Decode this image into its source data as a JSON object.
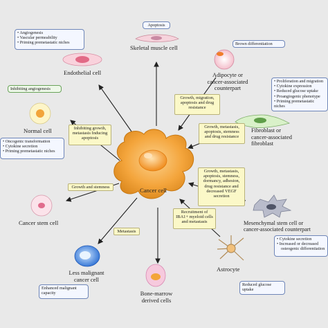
{
  "center": {
    "label": "Cancer cell"
  },
  "nodes": {
    "skeletal": "Skeletal muscle cell",
    "endothelial": "Endothelial cell",
    "adipocyte": [
      "Adipocyte or",
      "cancer-associated",
      "counterpart"
    ],
    "normal": "Normal cell",
    "fibroblast": [
      "Fibroblast or",
      "cancer-associated",
      "fibroblast"
    ],
    "stem": "Cancer stem cell",
    "msc": [
      "Mesenchymal stem cell or",
      "cancer-associated  counterpart"
    ],
    "less_malignant": [
      "Less malignant",
      "cancer cell"
    ],
    "bone_marrow": [
      "Bone-marrow",
      "derived cells"
    ],
    "astrocyte": "Astrocyte"
  },
  "tags": {
    "apoptosis": "Apoptosis",
    "brown": "Brown differentiation",
    "inhibit_angio": "Inhibiting angiogenesis"
  },
  "effect_boxes": {
    "endothelial": [
      "Angiogenesis",
      "Vascular permeability",
      "Priming premetastatic niches"
    ],
    "normal": [
      "Oncogenic transformation",
      "Cytokine secretion",
      "Priming premetastatic niches"
    ],
    "fibroblast": [
      "Proliferation and migration",
      "Cytokine expression",
      "Reduced glucose uptake",
      "Proangiogenic phenotype",
      "Priming premetastatic niches"
    ],
    "msc": [
      "Cytokine secretion",
      "Increased or decreased",
      "osteogenic differentiation"
    ],
    "less_malignant": "Enhanced malignant capacity",
    "astrocyte": "Reduced glucose uptake"
  },
  "arrow_labels": {
    "adipocyte": "Growth, migration, apoptosis and drug resistance",
    "normal": "Inhibiting growth, metastasis Inducing apoptosis",
    "fibroblast": "Growth, metastasis, apoptosis, stemness and drug resistance",
    "msc": "Growth, metastasis, apoptosis, stemness, dormancy, adhesion, drug resistance and decreased VEGF secretion",
    "stem": "Growth and stemness",
    "astrocyte": "Recruitment of IBA1+ myeloid cells and metastasis",
    "less_malignant": "Metastasis"
  },
  "colors": {
    "background": "#e9e9e9",
    "arrow": "#222222",
    "box_border_blue": "#6f86b8",
    "box_border_green": "#6aa35a",
    "label_fill": "#fbf8c8",
    "cancer_cell": "#f4a53c"
  }
}
